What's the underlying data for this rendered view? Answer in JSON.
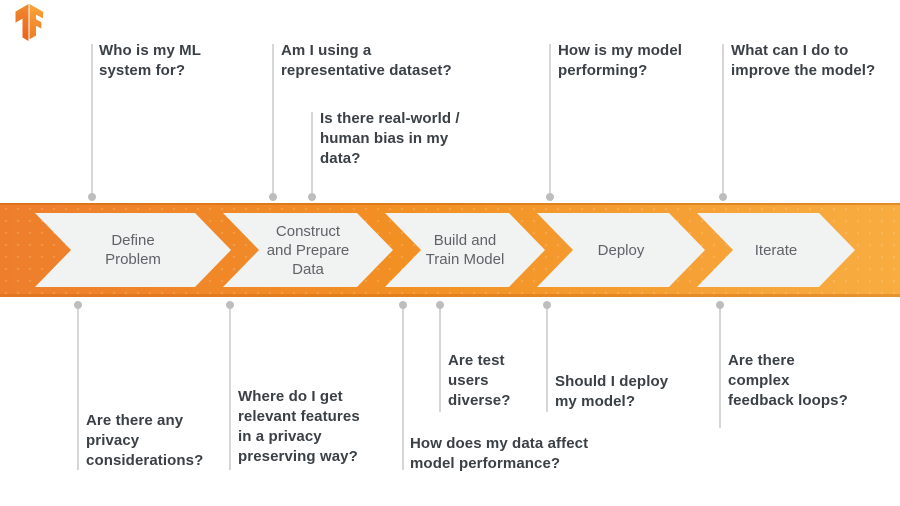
{
  "logo": {
    "icon": "tensorflow-logo"
  },
  "stages": [
    {
      "label": "Define\nProblem"
    },
    {
      "label": "Construct\nand Prepare\nData"
    },
    {
      "label": "Build and\nTrain Model"
    },
    {
      "label": "Deploy"
    },
    {
      "label": "Iterate"
    }
  ],
  "questions": {
    "top": [
      {
        "text": "Who is my ML\nsystem for?"
      },
      {
        "text": "Am I using a\nrepresentative dataset?"
      },
      {
        "text": "Is there real-world /\nhuman bias in my\ndata?"
      },
      {
        "text": "How is my model\nperforming?"
      },
      {
        "text": "What can I do to\nimprove the model?"
      }
    ],
    "bottom": [
      {
        "text": "Are there any\nprivacy\nconsiderations?"
      },
      {
        "text": "Where do I get\nrelevant features\nin a privacy\npreserving way?"
      },
      {
        "text": "How does my data affect\nmodel performance?"
      },
      {
        "text": "Are test\nusers\ndiverse?"
      },
      {
        "text": "Should I deploy\nmy model?"
      },
      {
        "text": "Are there\ncomplex\nfeedback loops?"
      }
    ]
  },
  "colors": {
    "band_gradient_left": "#EE7E2C",
    "band_gradient_right": "#F8AD41",
    "chevron_fill": "#F1F2F2",
    "stage_label": "#5F6368",
    "question_text": "#3A4045",
    "connector_line": "#D6D6D6",
    "connector_dot": "#BDBDBD",
    "logo_orange_dark": "#E8621E",
    "logo_orange_light": "#F9A63C"
  }
}
